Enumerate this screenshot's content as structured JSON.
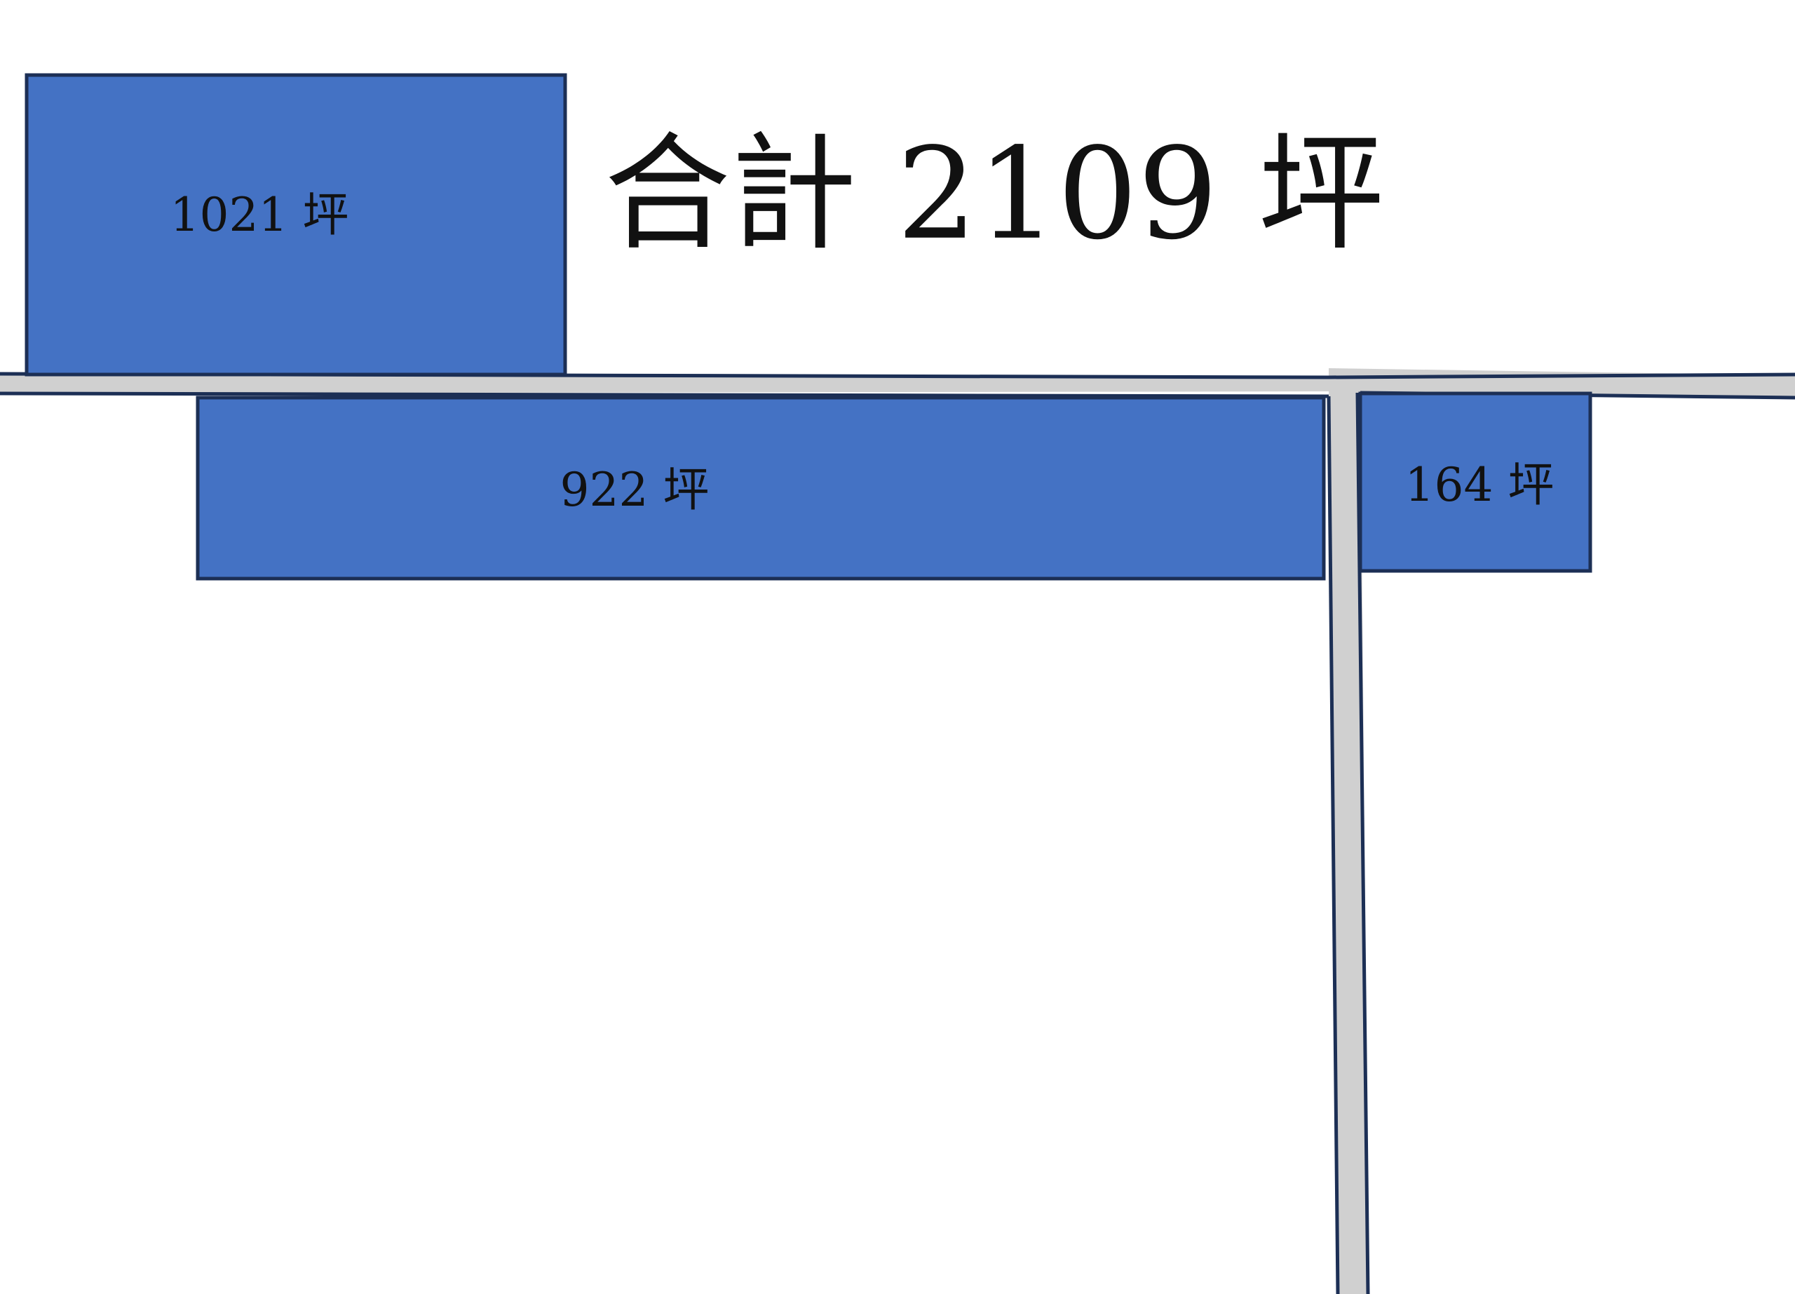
{
  "title": "合計 2109 坪",
  "lots": [
    {
      "id": "lot-a",
      "label": "1021 坪"
    },
    {
      "id": "lot-b",
      "label": "922 坪"
    },
    {
      "id": "lot-c",
      "label": "164 坪"
    }
  ],
  "colors": {
    "lot_fill": "#4472c4",
    "lot_border": "#1c2f55",
    "road_fill": "#d0d0d0",
    "background": "#ffffff"
  }
}
